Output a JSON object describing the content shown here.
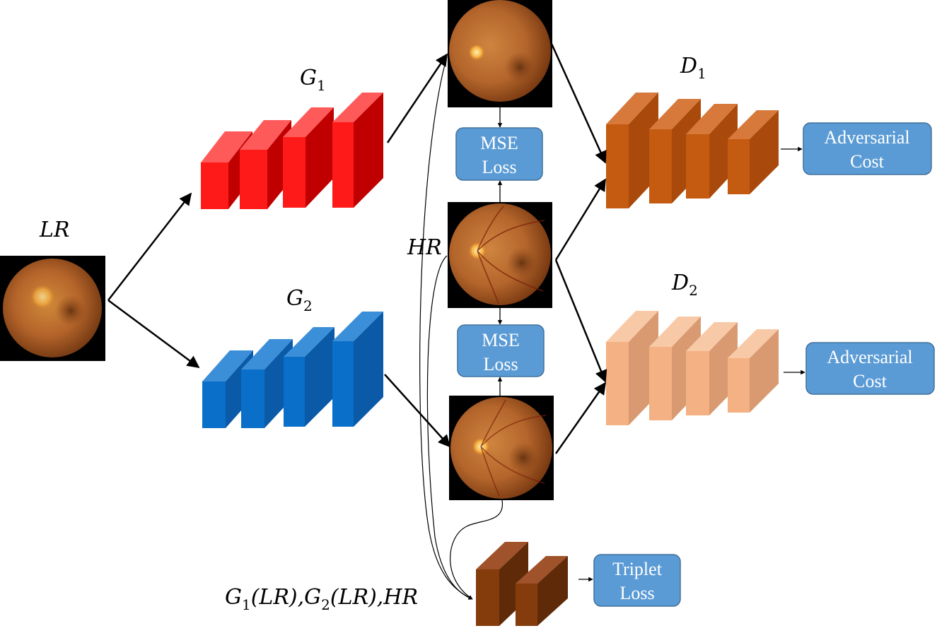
{
  "labels": {
    "lr": "LR",
    "hr": "HR",
    "g1": "G",
    "g1_sub": "1",
    "g2": "G",
    "g2_sub": "2",
    "d1": "D",
    "d1_sub": "1",
    "d2": "D",
    "d2_sub": "2",
    "triplet_inputs": {
      "g1": "G",
      "g1_sub": "1",
      "g1_arg": "(LR),",
      "g2": "G",
      "g2_sub": "2",
      "g2_arg": "(LR),",
      "hr": "HR"
    }
  },
  "boxes": {
    "mse_top": [
      "MSE",
      "Loss"
    ],
    "mse_bottom": [
      "MSE",
      "Loss"
    ],
    "adv_top": [
      "Adversarial",
      "Cost"
    ],
    "adv_bottom": [
      "Adversarial",
      "Cost"
    ],
    "triplet": [
      "Triplet",
      "Loss"
    ]
  },
  "colors": {
    "generator_1": "#ff1a1a",
    "generator_2": "#0a6fc8",
    "discriminator_1": "#c55a11",
    "discriminator_2": "#f4b183",
    "triplet_network": "#843c0c",
    "loss_box": "#5b9bd5",
    "fundus": "#b8621e"
  }
}
